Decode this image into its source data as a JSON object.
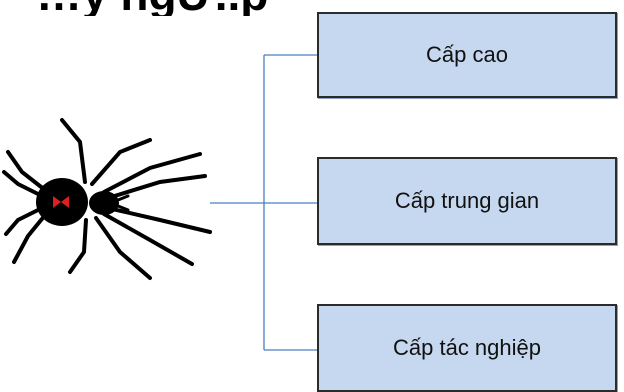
{
  "title_fragment": "…y ngƯ..p",
  "levels": [
    {
      "label": "Cấp cao"
    },
    {
      "label": "Cấp trung gian"
    },
    {
      "label": "Cấp tác nghiệp"
    }
  ],
  "colors": {
    "box_fill": "#c6d8ef",
    "box_border": "#2b2b2b",
    "connector": "#4a7fc0",
    "spider_body": "#000000",
    "spider_mark": "#e02020"
  },
  "icons": [
    "spider-icon"
  ]
}
